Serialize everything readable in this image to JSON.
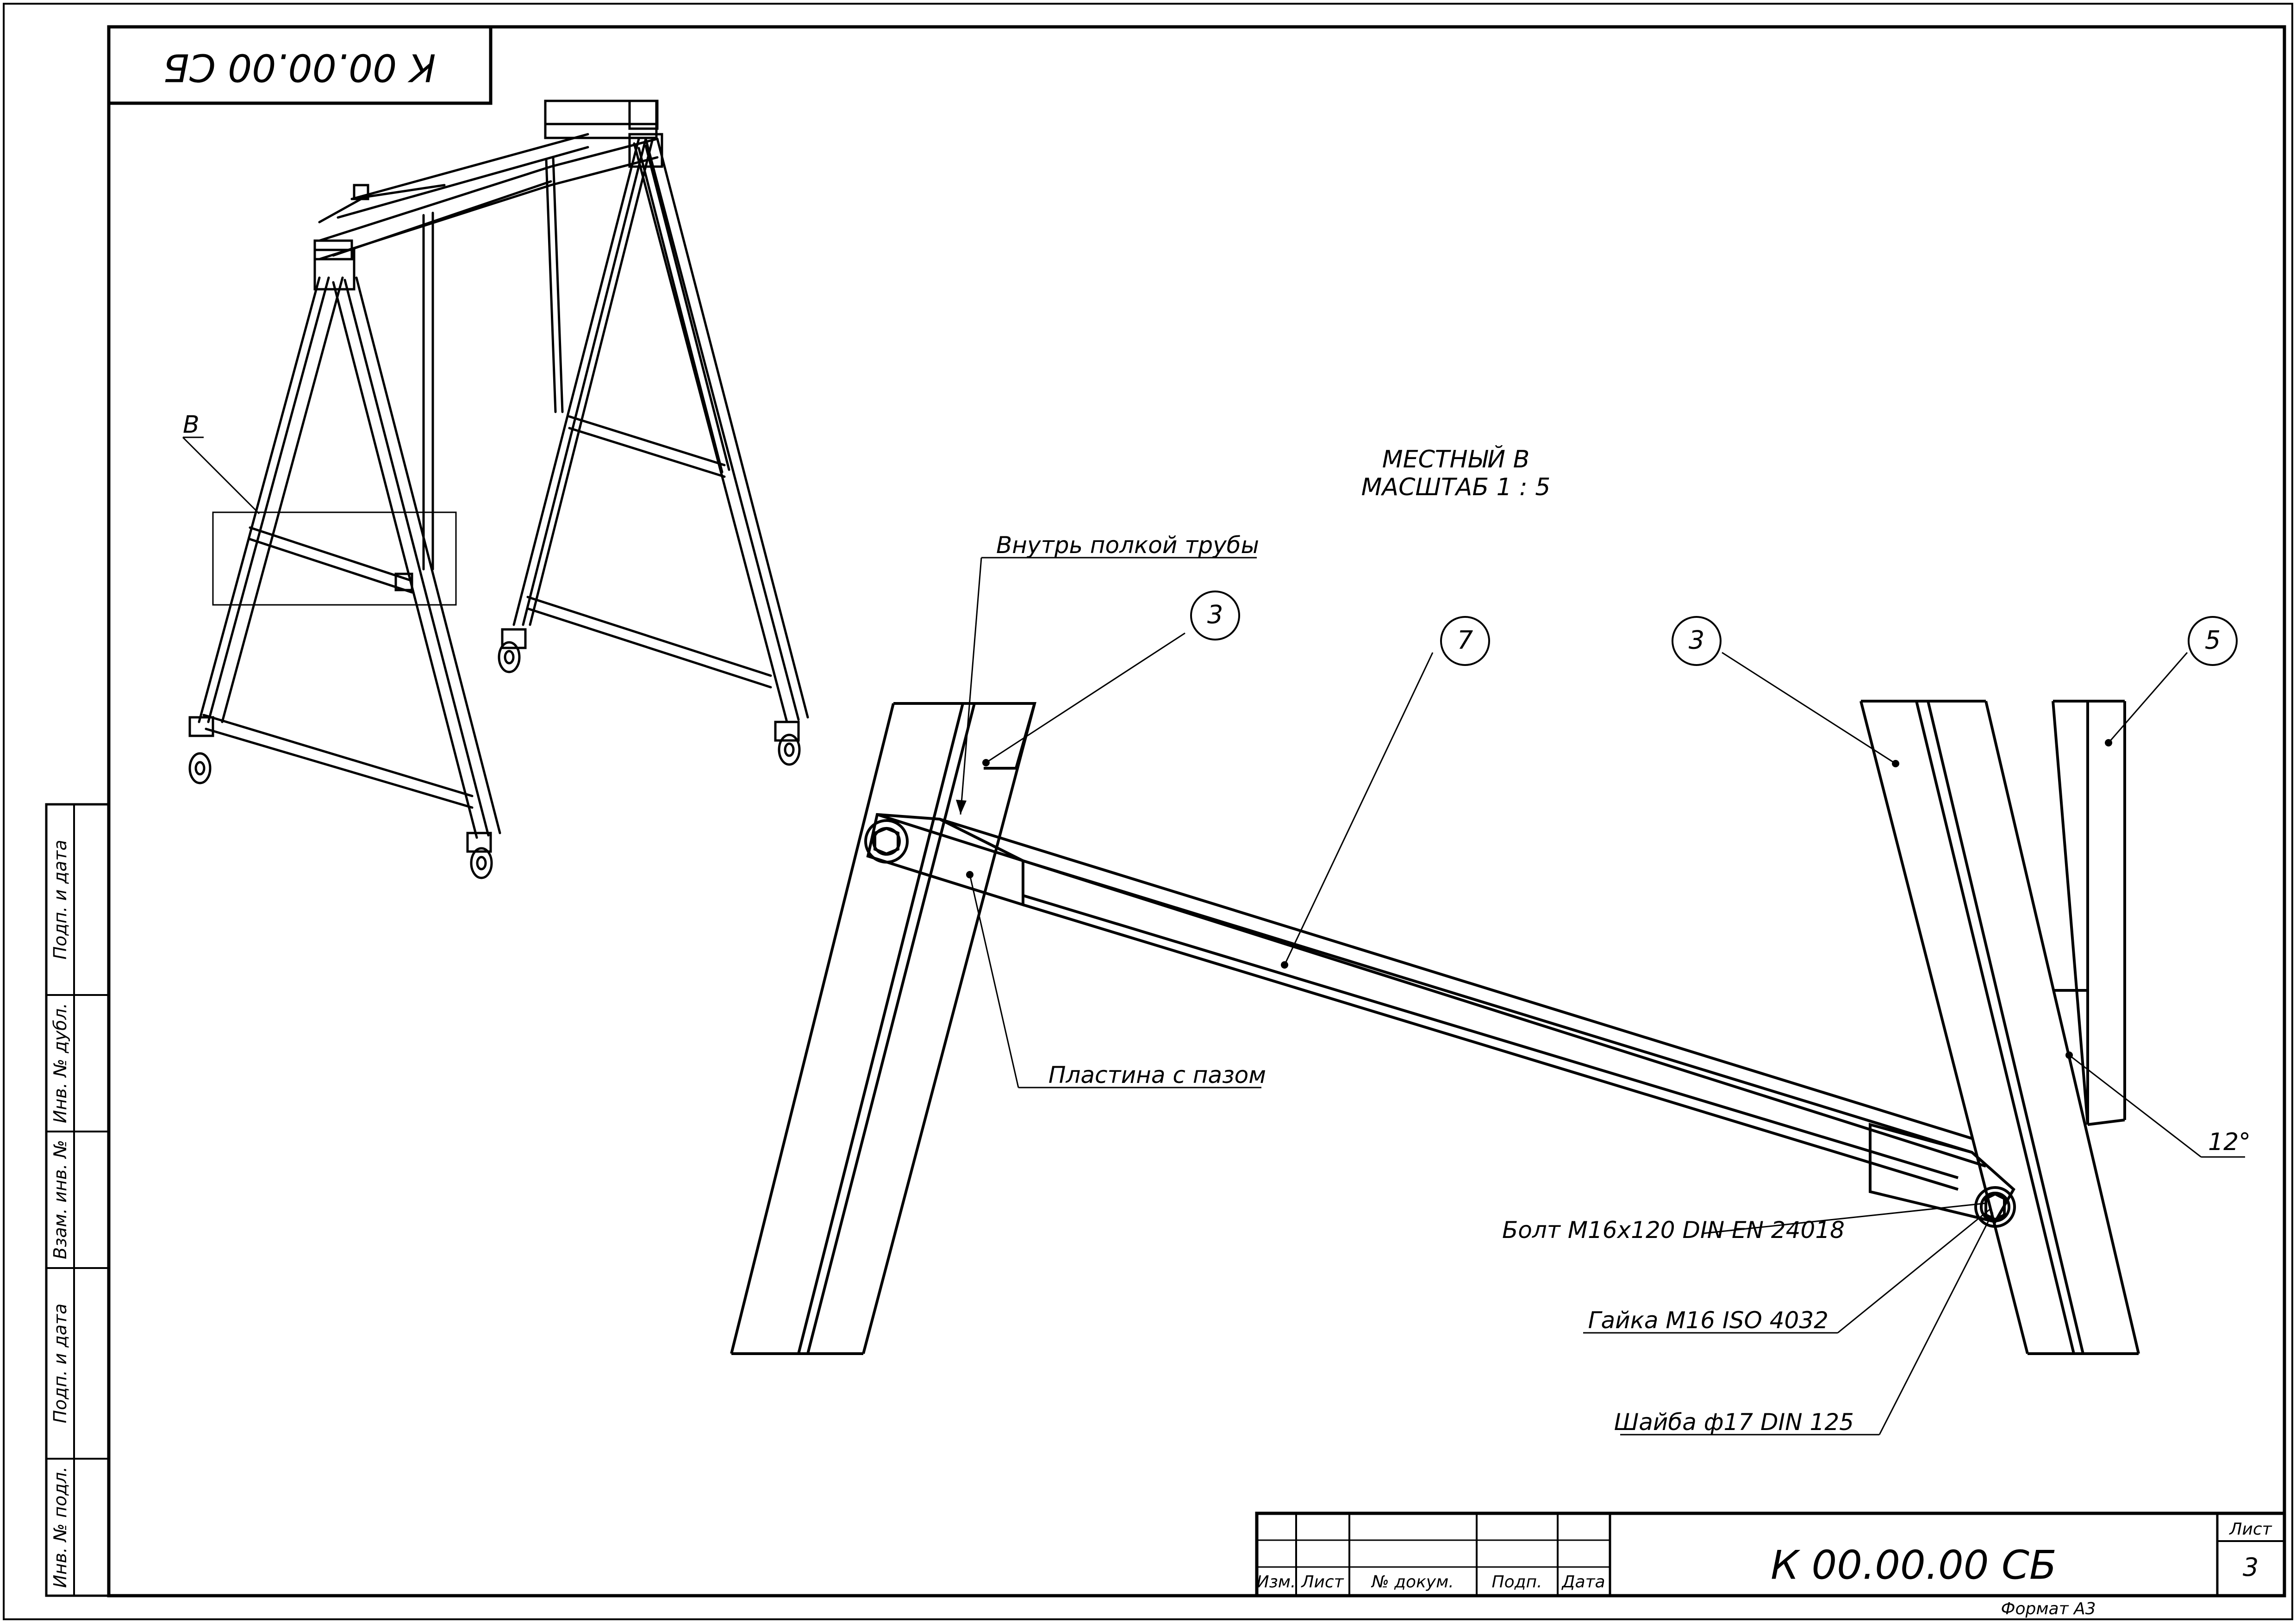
{
  "drawing": {
    "code_top_rotated": "К 00.00.00 СБ",
    "detail_callout": "В",
    "view_title": "МЕСТНЫЙ В",
    "view_scale": "МАСШТАБ 1 : 5",
    "angle_label": "12°"
  },
  "notes": {
    "inside_shelf": "Внутрь полкой трубы",
    "slotted_plate": "Пластина с пазом",
    "bolt": "Болт М16х120 DIN EN 24018",
    "nut": "Гайка М16 ISO 4032",
    "washer": "Шайба ф17 DIN 125"
  },
  "balloons": [
    "3",
    "7",
    "3",
    "5"
  ],
  "side_stamp": [
    "Подп. и дата",
    "Инв. № дубл.",
    "Взам. инв. №",
    "Подп. и дата",
    "Инв. № подл."
  ],
  "title_block": {
    "headers": [
      "Изм.",
      "Лист",
      "№ докум.",
      "Подп.",
      "Дата"
    ],
    "designation": "К 00.00.00 СБ",
    "sheet_label": "Лист",
    "sheet_number": "3",
    "format": "Формат А3"
  }
}
